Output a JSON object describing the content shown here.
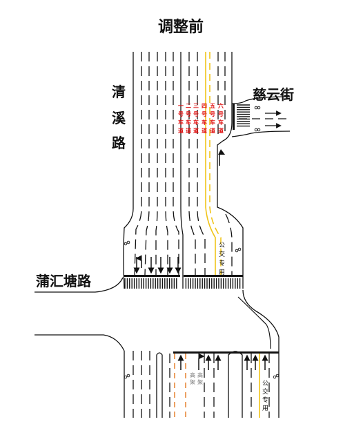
{
  "title": "调整前",
  "roads": {
    "north_south": "清溪路",
    "west": "蒲汇塘路",
    "east": "慈云街"
  },
  "approach_lane_marks": [
    "一号车道",
    "二号车道",
    "三号车道",
    "四号车道",
    "五号车道",
    "六号车道"
  ],
  "bus_lane_label": "公交专用",
  "south_lane_labels": [
    "高架",
    "高架"
  ],
  "colors": {
    "road_edge": "#111111",
    "lane_line": "#222222",
    "center_line": "#f0c419",
    "bus_lane": "#f0c419",
    "elevated_lane": "#e8893a",
    "lane_mark_text": "#e01010"
  }
}
